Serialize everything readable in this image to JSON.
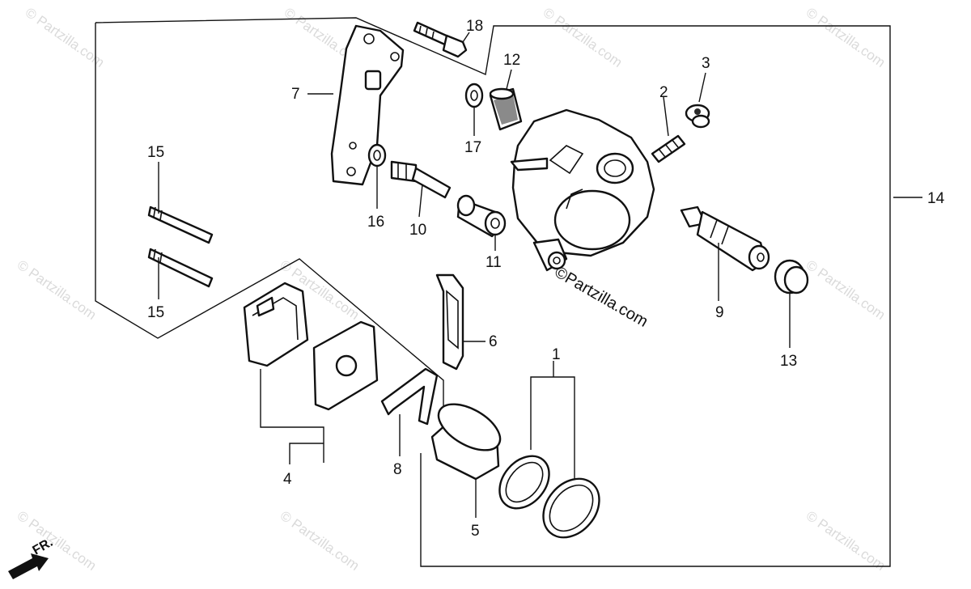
{
  "diagram": {
    "callouts": {
      "c1": "1",
      "c2": "2",
      "c3": "3",
      "c4": "4",
      "c5": "5",
      "c6": "6",
      "c7": "7",
      "c8": "8",
      "c9": "9",
      "c10": "10",
      "c11": "11",
      "c12": "12",
      "c13": "13",
      "c14": "14",
      "c15a": "15",
      "c15b": "15",
      "c16": "16",
      "c17": "17",
      "c18": "18"
    },
    "watermark_center": "©Partzilla.com",
    "watermark_tile": "© Partzilla.com",
    "direction_label": "FR."
  },
  "colors": {
    "ink": "#111111",
    "watermark": "#bdbdbd",
    "background": "#ffffff"
  }
}
